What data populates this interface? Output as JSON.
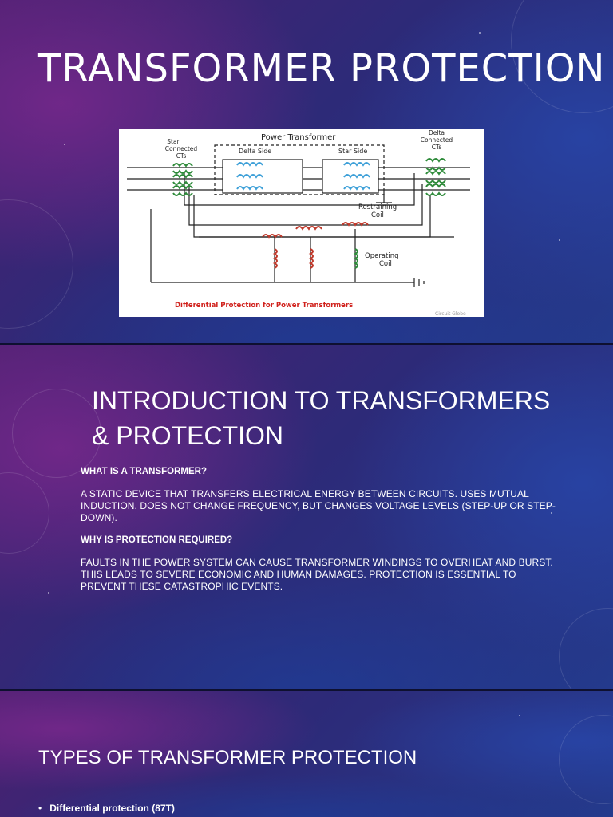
{
  "slide1": {
    "title": "TRANSFORMER PROTECTION",
    "diagram": {
      "label_power_transformer": "Power Transformer",
      "label_star_ct": [
        "Star",
        "Connected",
        "CTs"
      ],
      "label_delta_ct": [
        "Delta",
        "Connected",
        "CTs"
      ],
      "label_delta_side": "Delta Side",
      "label_star_side": "Star Side",
      "label_restraining": [
        "Restraining",
        "Coil"
      ],
      "label_operating": [
        "Operating",
        "Coil"
      ],
      "caption": "Differential Protection for Power Transformers",
      "watermark": "Circuit Globe",
      "colors": {
        "coil_green": "#2e8b3a",
        "coil_blue": "#3ea0d8",
        "coil_red": "#c0392b",
        "caption_red": "#d0211c"
      }
    }
  },
  "slide2": {
    "title": "INTRODUCTION TO TRANSFORMERS & PROTECTION",
    "q1": "WHAT IS A TRANSFORMER?",
    "a1": "A STATIC DEVICE THAT TRANSFERS ELECTRICAL ENERGY BETWEEN CIRCUITS. USES MUTUAL INDUCTION.  DOES NOT CHANGE FREQUENCY, BUT CHANGES VOLTAGE LEVELS (STEP-UP OR STEP-DOWN).",
    "q2": "WHY IS PROTECTION REQUIRED?",
    "a2": "FAULTS IN THE POWER SYSTEM CAN CAUSE TRANSFORMER WINDINGS TO OVERHEAT AND BURST. THIS LEADS TO SEVERE ECONOMIC AND HUMAN DAMAGES. PROTECTION IS ESSENTIAL TO PREVENT THESE CATASTROPHIC EVENTS."
  },
  "slide3": {
    "title": "TYPES OF TRANSFORMER PROTECTION",
    "bullets": [
      "Differential protection (87T)"
    ]
  }
}
